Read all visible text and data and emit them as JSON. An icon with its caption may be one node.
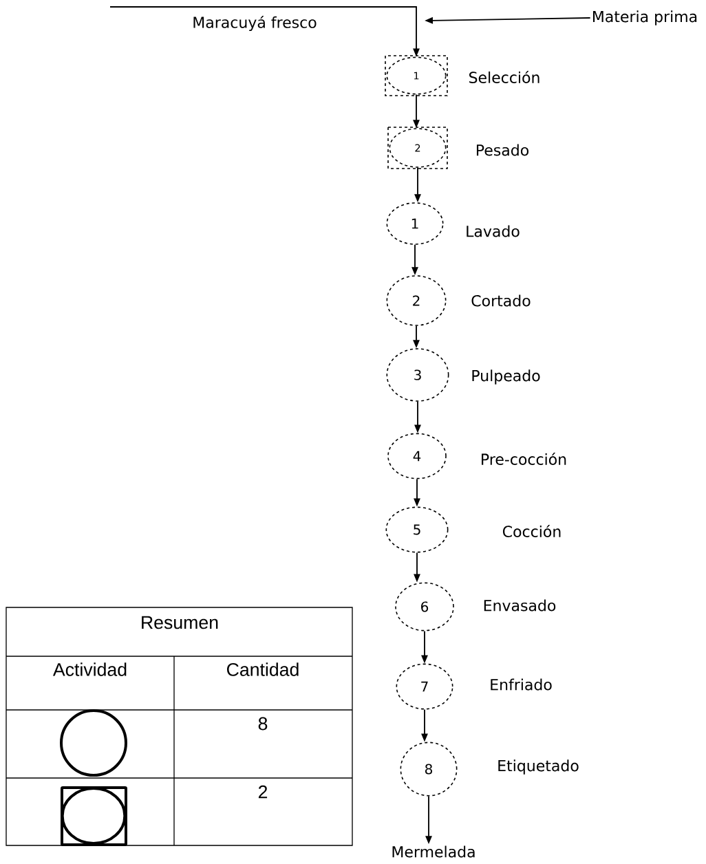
{
  "diagram": {
    "nodes": [
      {
        "text": [
          "Materia prima"
        ]
      },
      {
        "text": [
          "1"
        ],
        "beside": [
          "Selección"
        ]
      },
      {
        "text": [
          "2"
        ],
        "beside": [
          "Pesado"
        ]
      },
      {
        "text": [
          "1"
        ],
        "beside": [
          "Lavado"
        ]
      },
      {
        "text": [
          "2"
        ],
        "beside": [
          "Cortado"
        ]
      },
      {
        "text": [
          "3"
        ],
        "beside": [
          "Pulpeado"
        ]
      },
      {
        "text": [
          "4"
        ],
        "beside": [
          "Pre-cocción"
        ]
      },
      {
        "text": [
          "5"
        ],
        "beside": [
          "Cocción"
        ]
      },
      {
        "text": [
          "6"
        ],
        "beside": [
          "Envasado"
        ]
      },
      {
        "text": [
          "7"
        ],
        "beside": [
          "Enfriado"
        ]
      },
      {
        "text": [
          "8"
        ],
        "beside": [
          "Etiquetado"
        ]
      },
      {
        "text": [
          "Mermelada"
        ]
      }
    ],
    "edges": [
      {
        "from": null,
        "to": 1,
        "arrow": "to",
        "label": "Maracuyá fresco"
      },
      {
        "from": 0,
        "to": 1,
        "arrow": "to"
      },
      {
        "from": 1,
        "to": 2,
        "arrow": "to"
      },
      {
        "from": 2,
        "to": 3,
        "arrow": "to"
      },
      {
        "from": 3,
        "to": 4,
        "arrow": "to"
      },
      {
        "from": 4,
        "to": 5,
        "arrow": "to"
      },
      {
        "from": 5,
        "to": 6,
        "arrow": "to"
      },
      {
        "from": 6,
        "to": 7,
        "arrow": "to"
      },
      {
        "from": 7,
        "to": 8,
        "arrow": "to"
      },
      {
        "from": 8,
        "to": 9,
        "arrow": "to"
      },
      {
        "from": 9,
        "to": 10,
        "arrow": "to"
      },
      {
        "from": 10,
        "to": 11,
        "arrow": "to"
      }
    ],
    "labels": [
      "Resumen",
      "Actividad",
      "Cantidad",
      "8",
      "2"
    ]
  }
}
